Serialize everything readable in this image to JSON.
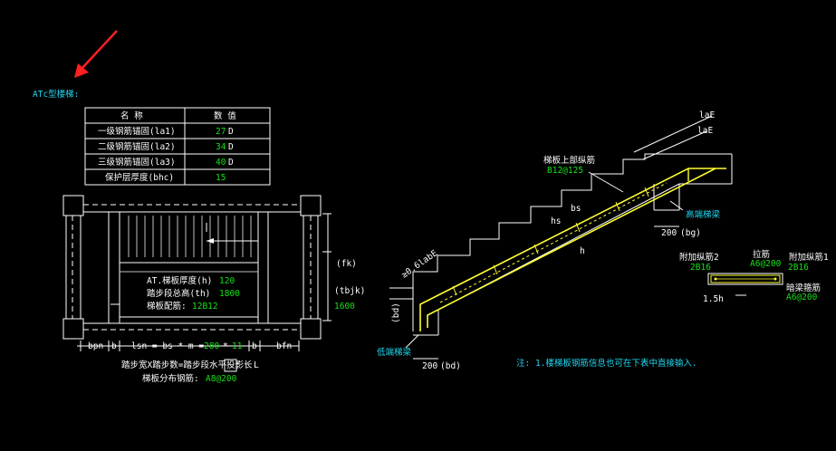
{
  "title": "ATc型楼梯:",
  "table": {
    "headers": [
      "名  称",
      "数  值"
    ],
    "rows": [
      {
        "name": "一级钢筋锚固(la1)",
        "value": "27",
        "unit": "D"
      },
      {
        "name": "二级钢筋锚固(la2)",
        "value": "34",
        "unit": "D"
      },
      {
        "name": "三级钢筋锚固(la3)",
        "value": "40",
        "unit": "D"
      },
      {
        "name": "保护层厚度(bhc)",
        "value": "15",
        "unit": ""
      }
    ]
  },
  "plan": {
    "line1_label": "AT.梯板厚度(h)",
    "line1_value": "120",
    "line2_label": "踏步段总高(th)",
    "line2_value": "1800",
    "line3_label": "梯板配筋:",
    "line3_value": "12B12",
    "fk": "(fk)",
    "tbjk": "(tbjk)",
    "tbjk_value": "1600",
    "dim_bpn": "bpn",
    "dim_b1": "b",
    "dim_lsn": "lsn = bs * m =",
    "dim_m_value": "280",
    "dim_star": "*",
    "dim_n": "11",
    "dim_b2": "b",
    "dim_bfn": "bfn",
    "dim_L": "L",
    "caption1": "踏步宽X踏步数=踏步段水平投影长",
    "caption2_label": "梯板分布钢筋:",
    "caption2_value": "A8@200"
  },
  "section": {
    "top_rebar_label": "梯板上部纵筋",
    "top_rebar_value": "B12@125",
    "la1": "laE",
    "la2": "laE",
    "high_beam": "高端梯梁",
    "low_beam": "低端梯梁",
    "bs": "bs",
    "hs": "hs",
    "h": "h",
    "labE": "≥0.6labE",
    "bd_side": "(bd)",
    "bg_value": "200",
    "bg_label": "(bg)",
    "bd_value": "200",
    "bd_label": "(bd)",
    "add_rebar2": "附加纵筋2",
    "add_rebar2_value": "2B16",
    "tie_rebar": "拉筋",
    "tie_rebar_value": "A6@200",
    "add_rebar1": "附加纵筋1",
    "add_rebar1_value": "2B16",
    "hidden_beam": "暗梁箍筋",
    "hidden_beam_value": "A6@200",
    "dim_15h": "1.5h"
  },
  "note": "注: 1.楼梯板钢筋信息也可在下表中直接输入.",
  "colors": {
    "background": "#000000",
    "arrow": "#ff2020",
    "green": "#18e018",
    "cyan": "#20d8f0",
    "yellow": "#ffff40"
  }
}
